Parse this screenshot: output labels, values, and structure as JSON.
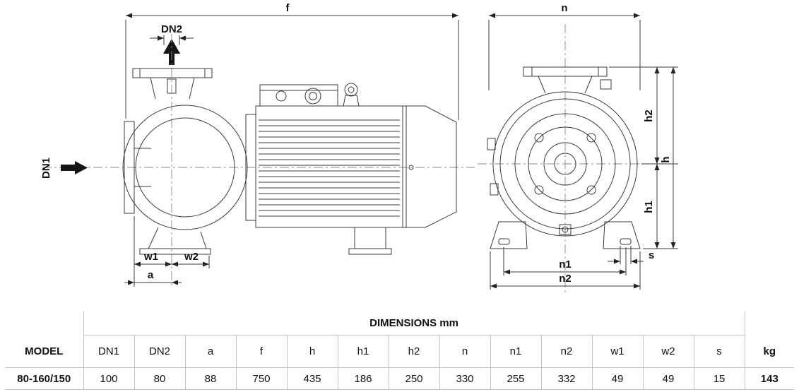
{
  "diagram": {
    "side_view": {
      "f": "f",
      "dn2": "DN2",
      "dn1": "DN1",
      "w1": "w1",
      "w2": "w2",
      "a": "a"
    },
    "front_view": {
      "n": "n",
      "h": "h",
      "h1": "h1",
      "h2": "h2",
      "s": "s",
      "n1": "n1",
      "n2": "n2"
    }
  },
  "table": {
    "dimensions_header": "DIMENSIONS  mm",
    "model_header": "MODEL",
    "weight_header": "kg",
    "columns": [
      "DN1",
      "DN2",
      "a",
      "f",
      "h",
      "h1",
      "h2",
      "n",
      "n1",
      "n2",
      "w1",
      "w2",
      "s"
    ],
    "row": {
      "model": "80-160/150",
      "values": [
        "100",
        "80",
        "88",
        "750",
        "435",
        "186",
        "250",
        "330",
        "255",
        "332",
        "49",
        "49",
        "15"
      ],
      "weight": "143"
    }
  }
}
